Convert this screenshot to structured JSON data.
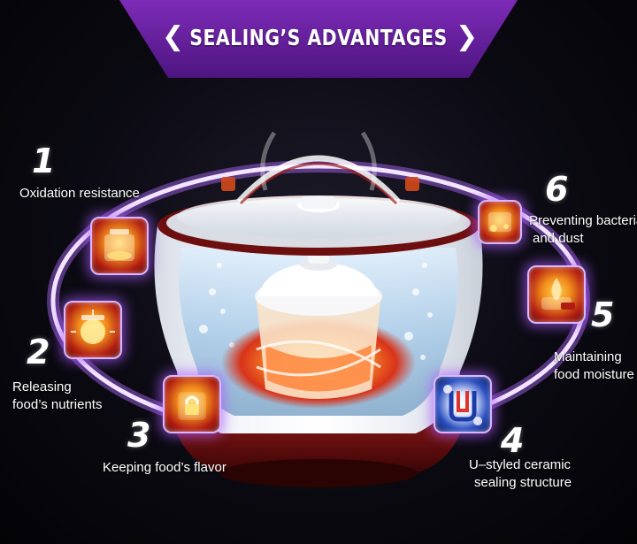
{
  "banner": {
    "title": "SEALING’S ADVANTAGES",
    "left_chevron": "❮",
    "right_chevron": "❯",
    "color": "#6a1fa0"
  },
  "features": [
    {
      "number": "1",
      "lines": [
        "Oxidation resistance"
      ],
      "icon": "sealed-pot-pro-icon"
    },
    {
      "number": "2",
      "lines": [
        "Releasing",
        "food’s nutrients"
      ],
      "icon": "nutrient-release-icon"
    },
    {
      "number": "3",
      "lines": [
        "Keeping food’s flavor"
      ],
      "icon": "lock-flavor-icon"
    },
    {
      "number": "4",
      "lines": [
        "U–styled ceramic",
        "sealing structure"
      ],
      "icon": "u-seal-structure-icon"
    },
    {
      "number": "5",
      "lines": [
        "Maintaining",
        "food moisture"
      ],
      "icon": "moisture-pot-icon"
    },
    {
      "number": "6",
      "lines": [
        "Preventing bacteria",
        "and dust"
      ],
      "icon": "bacteria-shield-icon"
    }
  ],
  "colors": {
    "ring": "#b06bff",
    "cooker_body": "#7a1414",
    "tile_glow": "#aa5aff"
  }
}
